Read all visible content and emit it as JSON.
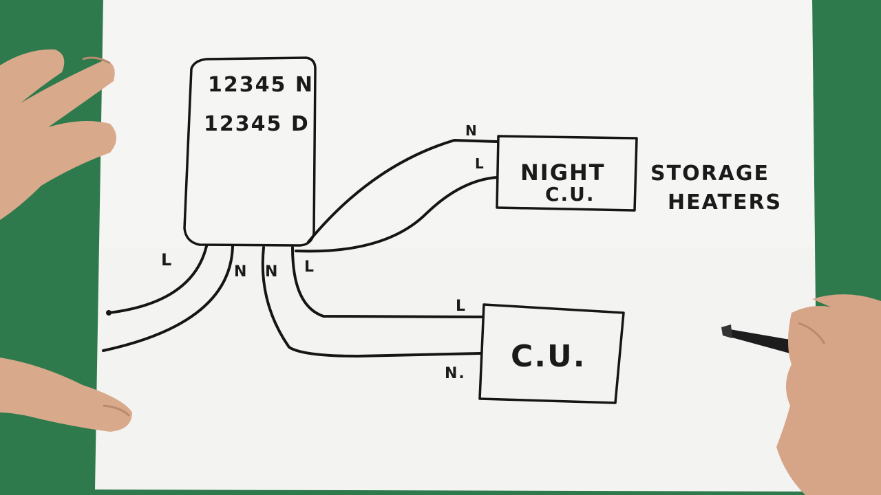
{
  "meter": {
    "line1": "12345 N",
    "line2": "12345 D"
  },
  "night_cu": {
    "line1": "NIGHT",
    "line2": "C.U.",
    "terminal_neutral": "N",
    "terminal_live": "L"
  },
  "cu": {
    "label": "C.U.",
    "terminal_live": "L",
    "terminal_neutral": "N."
  },
  "storage_heaters": {
    "line1": "STORAGE",
    "line2": "HEATERS"
  },
  "meter_terminals": {
    "incoming_live": "L",
    "incoming_neutral": "N",
    "outgoing_neutral": "N",
    "outgoing_live": "L"
  },
  "colors": {
    "table": "#2f7a4c",
    "paper": "#f4f4f2",
    "ink": "#151515",
    "skin": "#d8a88c"
  }
}
